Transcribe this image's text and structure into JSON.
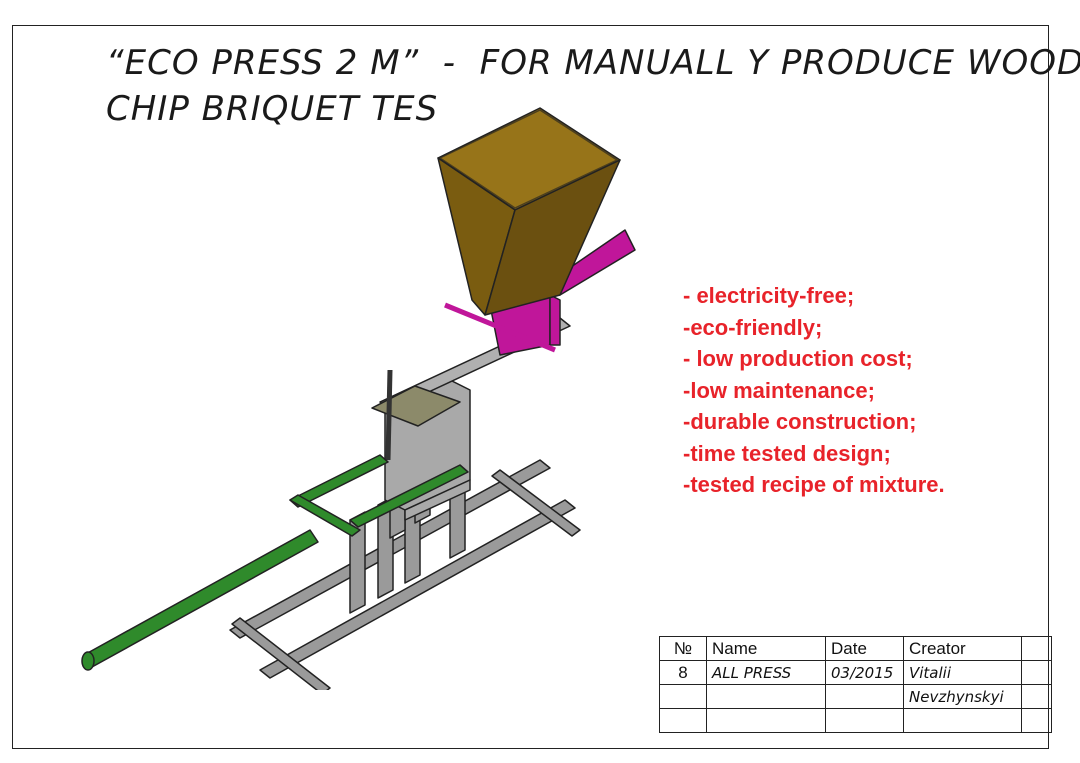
{
  "title": {
    "line1": "“ECO PRESS 2 M”  -  FOR MANUALL Y PRODUCE WOOD",
    "line2": "CHIP BRIQUET TES"
  },
  "features": [
    "- electricity-free;",
    "-eco-friendly;",
    "- low production cost;",
    "-low maintenance;",
    "-durable construction;",
    "-time tested design;",
    "-tested recipe of mixture."
  ],
  "stamp": {
    "headers": [
      "№",
      "Name",
      "Date",
      "Creator"
    ],
    "row": {
      "number": "8",
      "name": "ALL PRESS",
      "date": "03/2015",
      "creator_line1": "Vitalii",
      "creator_line2": "Nevzhynskyi"
    }
  },
  "colors": {
    "hopper": "#8a6a16",
    "chute": "#c0169a",
    "lever": "#2f8a2b",
    "frame_steel": "#9a9a9a",
    "feature_text": "#e8232a"
  }
}
